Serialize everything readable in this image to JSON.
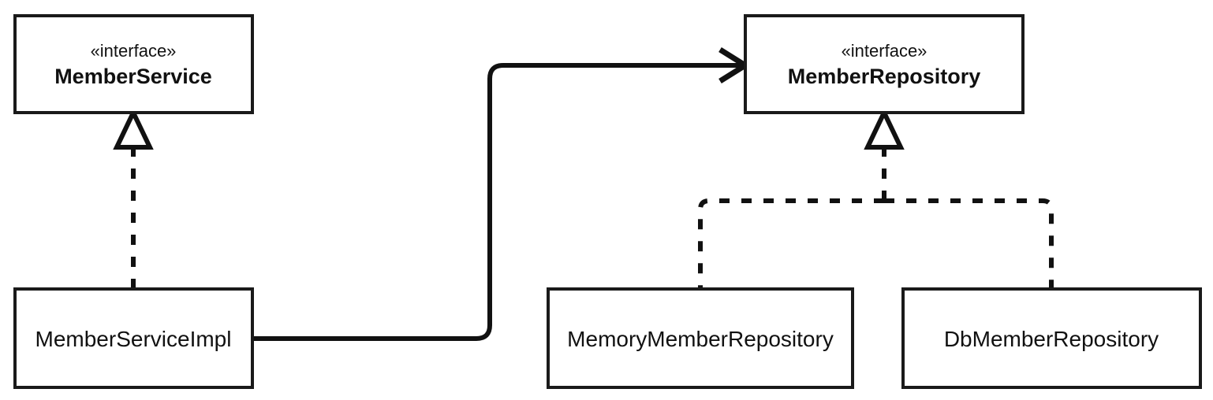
{
  "diagram": {
    "kind": "uml-class-diagram",
    "background_color": "#ffffff",
    "stroke_color": "#111111",
    "text_color": "#111111",
    "nodes": {
      "member_service": {
        "stereotype": "«interface»",
        "name": "MemberService"
      },
      "member_repository": {
        "stereotype": "«interface»",
        "name": "MemberRepository"
      },
      "member_service_impl": {
        "name": "MemberServiceImpl"
      },
      "memory_member_repository": {
        "name": "MemoryMemberRepository"
      },
      "db_member_repository": {
        "name": "DbMemberRepository"
      }
    },
    "edges": {
      "impl_realizes_service": {
        "from": "MemberServiceImpl",
        "to": "MemberService",
        "type": "realization",
        "line": "dashed",
        "head": "hollow-triangle"
      },
      "impl_uses_repository": {
        "from": "MemberServiceImpl",
        "to": "MemberRepository",
        "type": "association",
        "line": "solid",
        "head": "open-arrow"
      },
      "memory_realizes_repository": {
        "from": "MemoryMemberRepository",
        "to": "MemberRepository",
        "type": "realization",
        "line": "dashed",
        "head": "hollow-triangle"
      },
      "db_realizes_repository": {
        "from": "DbMemberRepository",
        "to": "MemberRepository",
        "type": "realization",
        "line": "dashed",
        "head": "hollow-triangle"
      }
    }
  }
}
